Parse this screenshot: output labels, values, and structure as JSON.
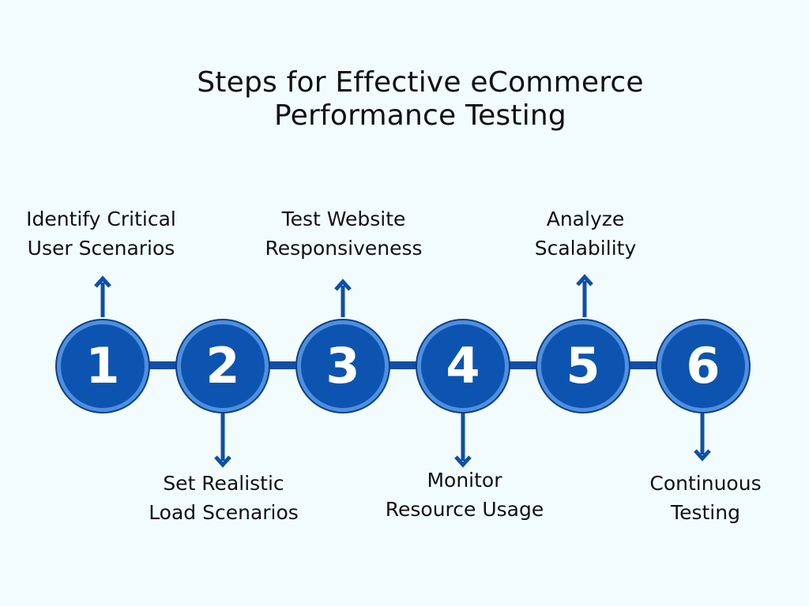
{
  "title": {
    "line1": "Steps for Effective eCommerce",
    "line2": "Performance Testing"
  },
  "colors": {
    "background": "#f2fcfc",
    "circle_fill": "#0d54b0",
    "circle_ring": "#4f8fe0",
    "connector": "#0f4fa5",
    "text": "#111111"
  },
  "steps": [
    {
      "number": "1",
      "label_line1": "Identify Critical",
      "label_line2": "User Scenarios",
      "label_position": "above"
    },
    {
      "number": "2",
      "label_line1": "Set Realistic",
      "label_line2": "Load Scenarios",
      "label_position": "below"
    },
    {
      "number": "3",
      "label_line1": "Test Website",
      "label_line2": "Responsiveness",
      "label_position": "above"
    },
    {
      "number": "4",
      "label_line1": "Monitor",
      "label_line2": "Resource Usage",
      "label_position": "below"
    },
    {
      "number": "5",
      "label_line1": "Analyze",
      "label_line2": "Scalability",
      "label_position": "above"
    },
    {
      "number": "6",
      "label_line1": "Continuous",
      "label_line2": "Testing",
      "label_position": "below"
    }
  ]
}
